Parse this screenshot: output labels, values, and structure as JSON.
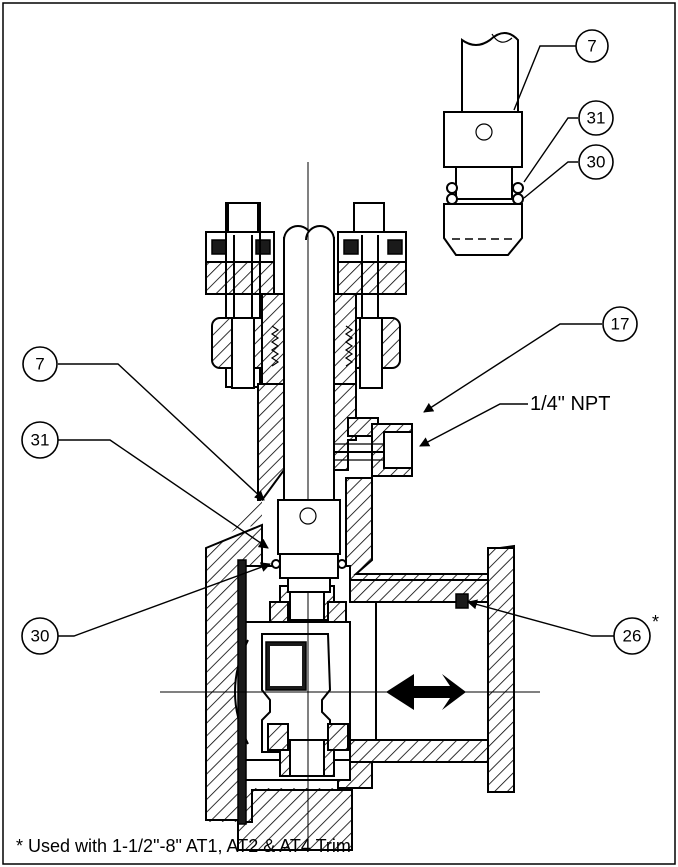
{
  "callouts": [
    {
      "id": "c7-top",
      "label": "7"
    },
    {
      "id": "c31-top",
      "label": "31"
    },
    {
      "id": "c30-top",
      "label": "30"
    },
    {
      "id": "c17",
      "label": "17"
    },
    {
      "id": "c7-left",
      "label": "7"
    },
    {
      "id": "c31-left",
      "label": "31"
    },
    {
      "id": "c30-left",
      "label": "30"
    },
    {
      "id": "c26",
      "label": "26"
    }
  ],
  "c26_mark": "*",
  "npt_label": "1/4\" NPT",
  "footnote": "* Used with 1-1/2\"-8\" AT1, AT2 & AT4 Trim"
}
